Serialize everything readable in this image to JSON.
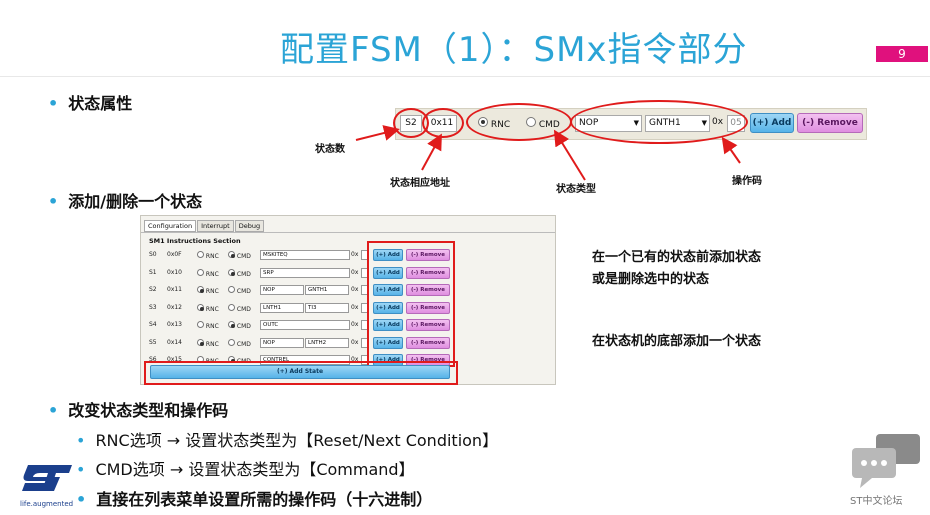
{
  "slide": {
    "title": "配置FSM（1）：SMx指令部分",
    "page_number": "9"
  },
  "bullets": {
    "b1": "状态属性",
    "b2": "添加/删除一个状态",
    "b3": "改变状态类型和操作码",
    "sub1": "RNC选项 → 设置状态类型为【Reset/Next Condition】",
    "sub2": "CMD选项 → 设置状态类型为【Command】",
    "sub3": "直接在列表菜单设置所需的操作码（十六进制）"
  },
  "strip": {
    "state": "S2",
    "address": "0x11",
    "rnc": "RNC",
    "cmd": "CMD",
    "combo1": "NOP",
    "combo2": "GNTH1",
    "hex_prefix": "0x",
    "opcode": "05",
    "add": "(+) Add",
    "remove": "(-) Remove"
  },
  "callouts": {
    "state_num": "状态数",
    "address": "状态相应地址",
    "type": "状态类型",
    "opcode": "操作码"
  },
  "window": {
    "tabs": [
      "Configuration",
      "Interrupt",
      "Debug"
    ],
    "section": "SM1 Instructions Section",
    "rnc": "RNC",
    "cmd": "CMD",
    "hex": "0x",
    "add": "(+) Add",
    "remove": "(-) Remove",
    "add_state": "(+) Add State",
    "rows": [
      {
        "s": "S0",
        "a": "0x0F",
        "sel": "cmd",
        "c1": "MSKITEQ",
        "c2": ""
      },
      {
        "s": "S1",
        "a": "0x10",
        "sel": "cmd",
        "c1": "SRP",
        "c2": ""
      },
      {
        "s": "S2",
        "a": "0x11",
        "sel": "rnc",
        "c1": "NOP",
        "c2": "GNTH1"
      },
      {
        "s": "S3",
        "a": "0x12",
        "sel": "rnc",
        "c1": "LNTH1",
        "c2": "TI3"
      },
      {
        "s": "S4",
        "a": "0x13",
        "sel": "cmd",
        "c1": "OUTC",
        "c2": ""
      },
      {
        "s": "S5",
        "a": "0x14",
        "sel": "rnc",
        "c1": "NOP",
        "c2": "LNTH2"
      },
      {
        "s": "S6",
        "a": "0x15",
        "sel": "cmd",
        "c1": "CONTREL",
        "c2": ""
      }
    ]
  },
  "desc": {
    "d1_line1": "在一个已有的状态前添加状态",
    "d1_line2": "或是删除选中的状态",
    "d2": "在状态机的底部添加一个状态"
  },
  "footer": {
    "tagline": "life.augmented",
    "forum": "ST中文论坛"
  },
  "colors": {
    "accent": "#2ba4d6",
    "highlight": "#e01b1b",
    "page_badge": "#e0117d"
  }
}
